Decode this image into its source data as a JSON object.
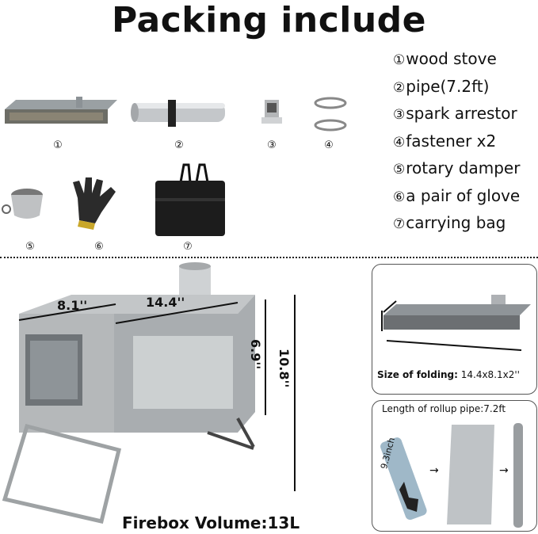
{
  "title": "Packing include",
  "items": [
    {
      "num": "①",
      "label": "wood stove"
    },
    {
      "num": "②",
      "label": "pipe(7.2ft)"
    },
    {
      "num": "③",
      "label": "spark arrestor"
    },
    {
      "num": "④",
      "label": "fastener x2"
    },
    {
      "num": "⑤",
      "label": "rotary damper"
    },
    {
      "num": "⑥",
      "label": "a pair of glove"
    },
    {
      "num": "⑦",
      "label": "carrying bag"
    }
  ],
  "photo_labels": [
    "①",
    "②",
    "③",
    "④",
    "⑤",
    "⑥",
    "⑦"
  ],
  "dimensions": {
    "depth": "8.1''",
    "width": "14.4''",
    "height_body": "6.9''",
    "height_total": "10.8''"
  },
  "firebox": "Firebox Volume:13L",
  "folding": {
    "label": "Size of folding:",
    "value": " 14.4x8.1x2''"
  },
  "pipe": {
    "caption": "Length of rollup pipe:7.2ft",
    "diameter": "9.3inch"
  }
}
